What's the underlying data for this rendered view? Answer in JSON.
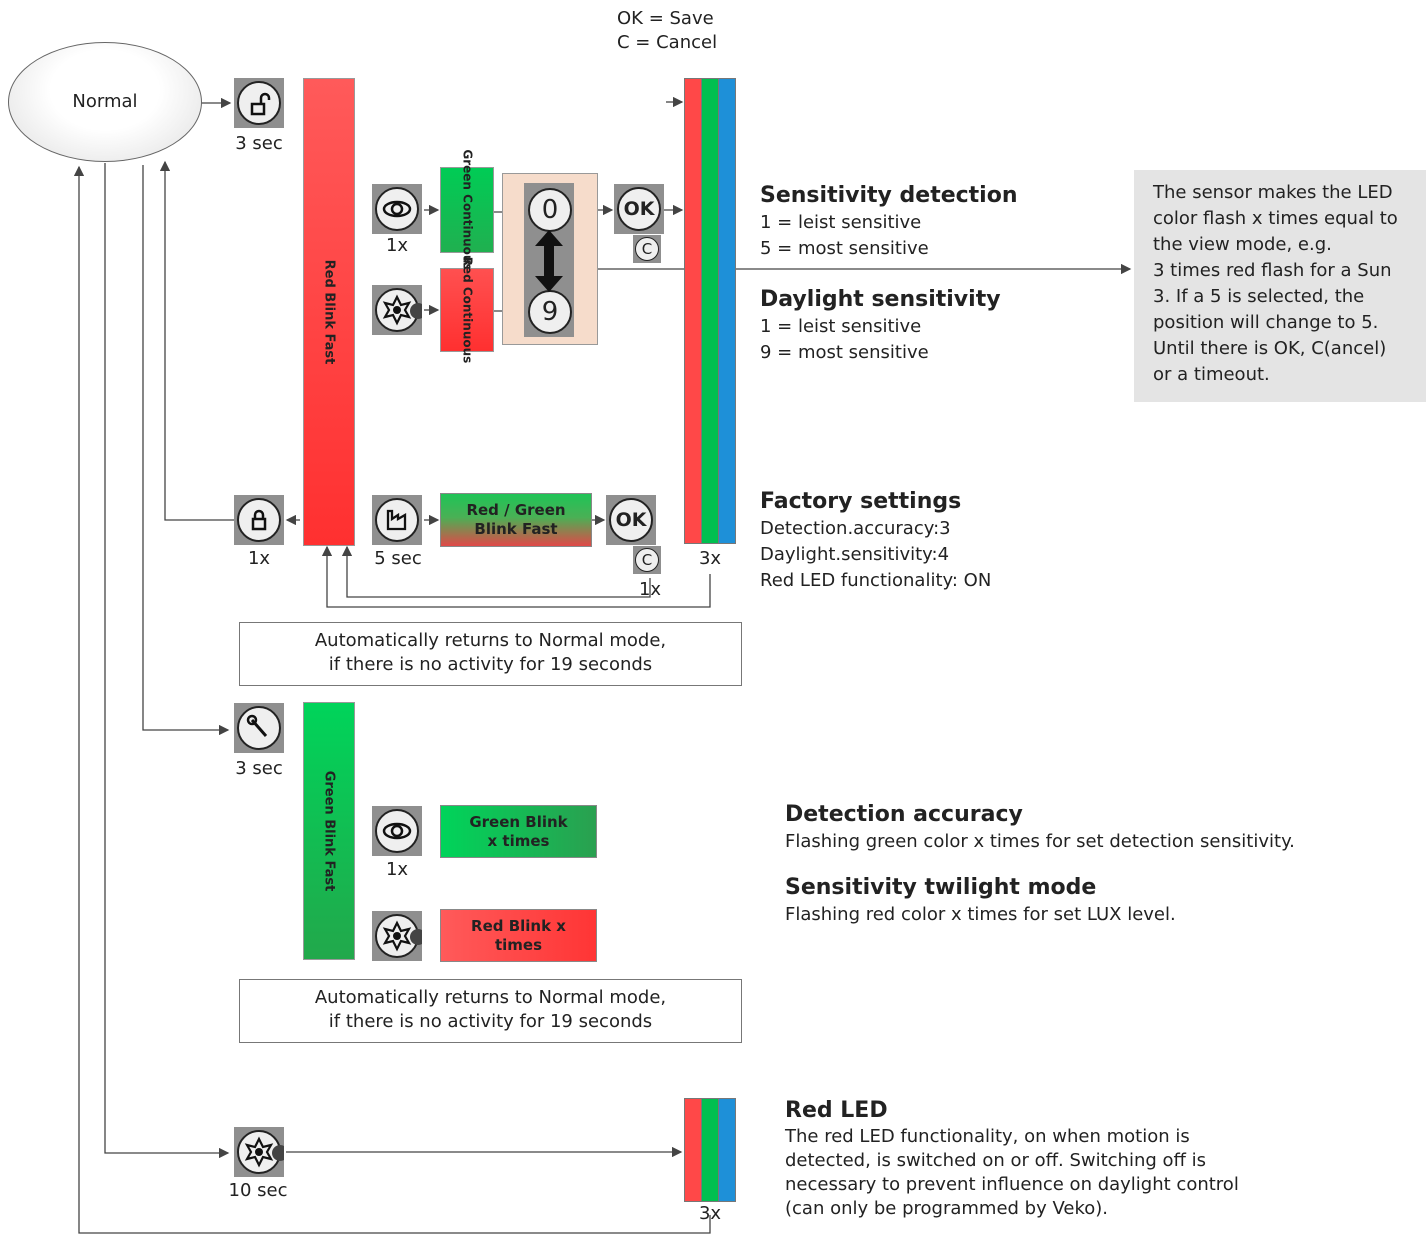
{
  "legend": {
    "ok": "OK = Save",
    "c": "C = Cancel"
  },
  "normal_state": "Normal",
  "timers": {
    "unlock_hold": "3 sec",
    "wrench_hold": "3 sec",
    "factory_hold": "5 sec",
    "sun_hold": "10 sec",
    "lock_press": "1x",
    "eye_press_top": "1x",
    "eye_press_bottom": "1x",
    "rgb_top": "3x",
    "rgb_bottom": "3x",
    "cancel_press": "1x"
  },
  "bars": {
    "red_blink_fast": "Red Blink Fast",
    "green_blink_fast": "Green Blink Fast"
  },
  "mode_boxes": {
    "green_continuous": "Green Continuous",
    "red_continuous": "Red Continuous",
    "red_green_blink_fast": "Red / Green Blink Fast",
    "green_blink_x": "Green Blink x times",
    "red_blink_x": "Red Blink x times"
  },
  "selector": {
    "min": "0",
    "max": "9",
    "ok": "OK",
    "cancel": "C"
  },
  "factory_ok": {
    "ok": "OK",
    "cancel": "C"
  },
  "timeout_note": {
    "line1": "Automatically returns to Normal mode,",
    "line2": "if there is no activity for 19 seconds"
  },
  "sections": {
    "sensitivity_detection": {
      "title": "Sensitivity detection",
      "lines": [
        "1 = leist sensitive",
        "5 = most sensitive"
      ]
    },
    "daylight_sensitivity": {
      "title": "Daylight sensitivity",
      "lines": [
        "1 = leist sensitive",
        "9 = most sensitive"
      ]
    },
    "factory_settings": {
      "title": "Factory settings",
      "lines": [
        "Detection.accuracy:3",
        "Daylight.sensitivity:4",
        "Red LED functionality: ON"
      ]
    },
    "detection_accuracy": {
      "title": "Detection accuracy",
      "lines": [
        "Flashing green color x times for set detection sensitivity."
      ]
    },
    "twilight_mode": {
      "title": "Sensitivity twilight mode",
      "lines": [
        "Flashing red color x times for set LUX level."
      ]
    },
    "red_led": {
      "title": "Red LED",
      "lines": [
        "The red LED functionality, on when motion is",
        "detected, is switched on or off. Switching off is",
        "necessary to prevent influence on daylight control",
        "(can only be programmed by Veko)."
      ]
    }
  },
  "info_box": {
    "lines": [
      "The sensor makes the LED",
      "color flash x times equal to",
      "the view mode, e.g.",
      "3 times red flash for a Sun",
      "3. If a 5 is selected, the",
      "position will change to 5.",
      "Until there is OK, C(ancel)",
      "or a timeout."
    ]
  },
  "colors": {
    "red": "#ff4040",
    "green": "#00c050",
    "blue": "#1e90d8",
    "info_bg": "#e4e4e4"
  }
}
